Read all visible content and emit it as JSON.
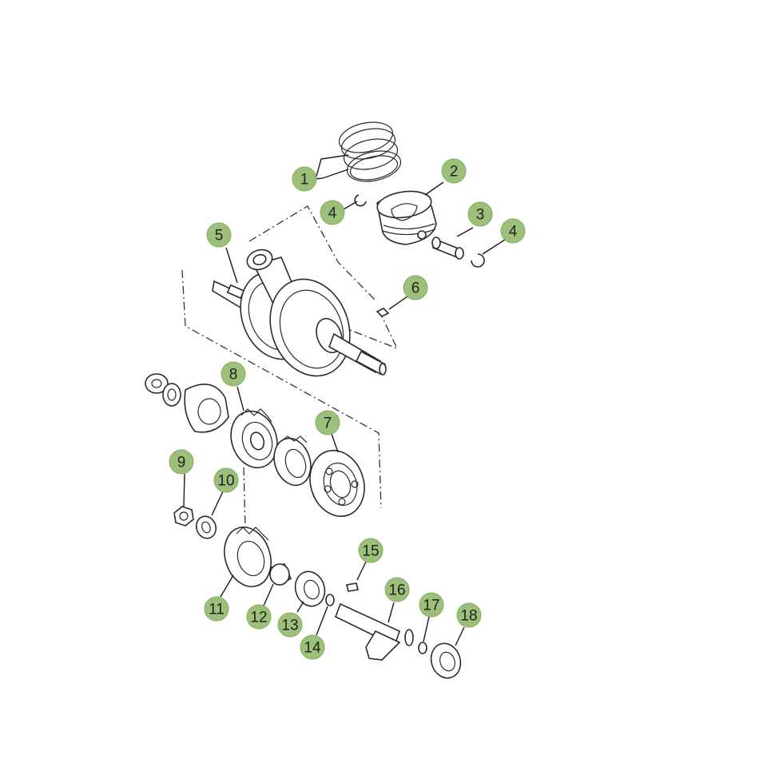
{
  "callouts": {
    "c1": "1",
    "c2": "2",
    "c3": "3",
    "c4a": "4",
    "c4b": "4",
    "c5": "5",
    "c6": "6",
    "c7": "7",
    "c8": "8",
    "c9": "9",
    "c10": "10",
    "c11": "11",
    "c12": "12",
    "c13": "13",
    "c14": "14",
    "c15": "15",
    "c16": "16",
    "c17": "17",
    "c18": "18"
  },
  "colors": {
    "callout_fill": "#9cc07a",
    "line": "#2a2a2a"
  }
}
